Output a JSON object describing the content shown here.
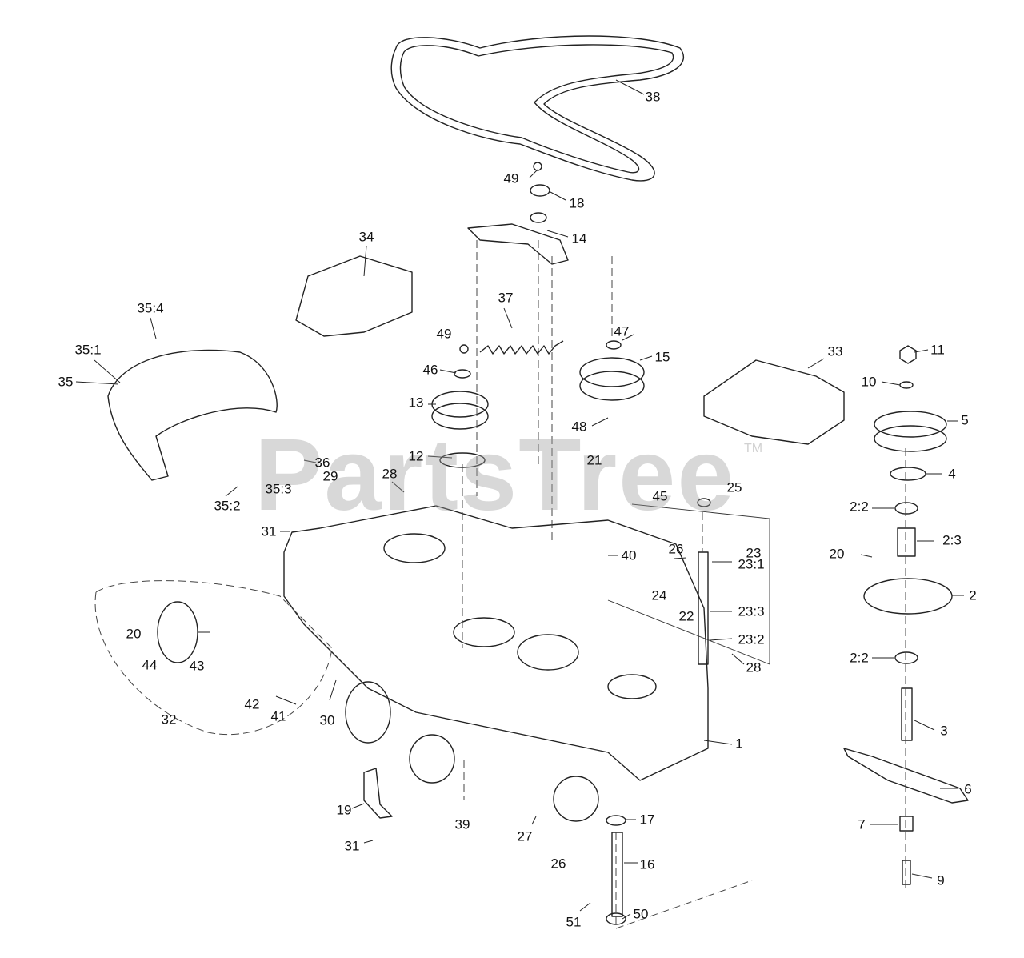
{
  "watermark": {
    "text": "PartsTree",
    "tm": "TM"
  },
  "labels": [
    "38",
    "49",
    "18",
    "14",
    "34",
    "37",
    "49",
    "47",
    "15",
    "46",
    "13",
    "48",
    "21",
    "12",
    "33",
    "11",
    "10",
    "5",
    "4",
    "2:2",
    "2:3",
    "20",
    "2",
    "2:2",
    "3",
    "6",
    "7",
    "9",
    "35:4",
    "35:1",
    "35",
    "36",
    "35:3",
    "35:2",
    "29",
    "28",
    "31",
    "25",
    "45",
    "23",
    "26",
    "23:1",
    "40",
    "24",
    "23:3",
    "22",
    "23:2",
    "28",
    "20",
    "44",
    "43",
    "32",
    "42",
    "41",
    "30",
    "1",
    "19",
    "31",
    "39",
    "27",
    "17",
    "26",
    "16",
    "50",
    "51"
  ]
}
